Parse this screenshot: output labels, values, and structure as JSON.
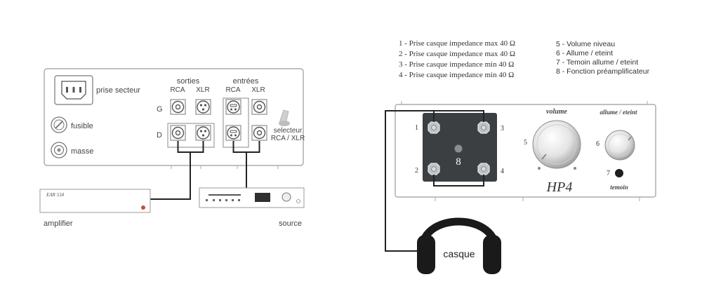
{
  "rear_panel": {
    "mains_label": "prise secteur",
    "fuse_label": "fusible",
    "ground_label": "masse",
    "outputs_label": "sorties",
    "inputs_label": "entrées",
    "rca_label": "RCA",
    "xlr_label": "XLR",
    "left_channel": "G",
    "right_channel": "D",
    "selector_line1": "selecteur",
    "selector_line2": "RCA / XLR"
  },
  "amplifier": {
    "device_label": "EAR 534",
    "caption": "amplifier"
  },
  "source": {
    "caption": "source"
  },
  "legend": {
    "items_left": [
      "1 - Prise casque impedance max 40 Ω",
      "2 - Prise casque impedance max 40 Ω",
      "3 - Prise casque impedance min 40 Ω",
      "4 - Prise casque impedance min 40 Ω"
    ],
    "items_right": [
      "5 - Volume niveau",
      "6 - Allume / eteint",
      "7 - Temoin allume / eteint",
      "8 - Fonction préamplificateur"
    ]
  },
  "front_panel": {
    "jack_numbers": [
      "1",
      "2",
      "3",
      "4"
    ],
    "preamp_number": "8",
    "volume_label": "volume",
    "volume_number": "5",
    "power_label": "allume / eteint",
    "power_number": "6",
    "led_number": "7",
    "led_label": "temoin",
    "model": "HP4"
  },
  "headphones": {
    "label": "casque"
  },
  "colors": {
    "outline": "#9a9a9a",
    "cable": "#222222",
    "jack_block": "#3c3f41",
    "led_red": "#d04a3a"
  }
}
